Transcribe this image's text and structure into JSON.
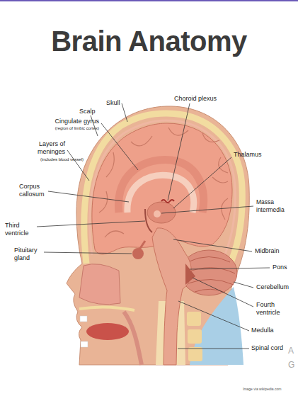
{
  "diagram": {
    "title": "Brain Anatomy",
    "labels": [
      "Skull",
      "Scalp",
      "Cingulate gyrus",
      "(region of limbic cortex)",
      "Layers of meninges",
      "(includes blood vessel)",
      "Corpus callosum",
      "Third ventricle",
      "Pituitary gland",
      "Choroid plexus",
      "Thalamus",
      "Massa intermedia",
      "Midbrain",
      "Pons",
      "Cerebellum",
      "Fourth ventricle",
      "Medulla",
      "Spinal cord",
      "A",
      "G",
      "Image via wikipedia.com"
    ]
  }
}
